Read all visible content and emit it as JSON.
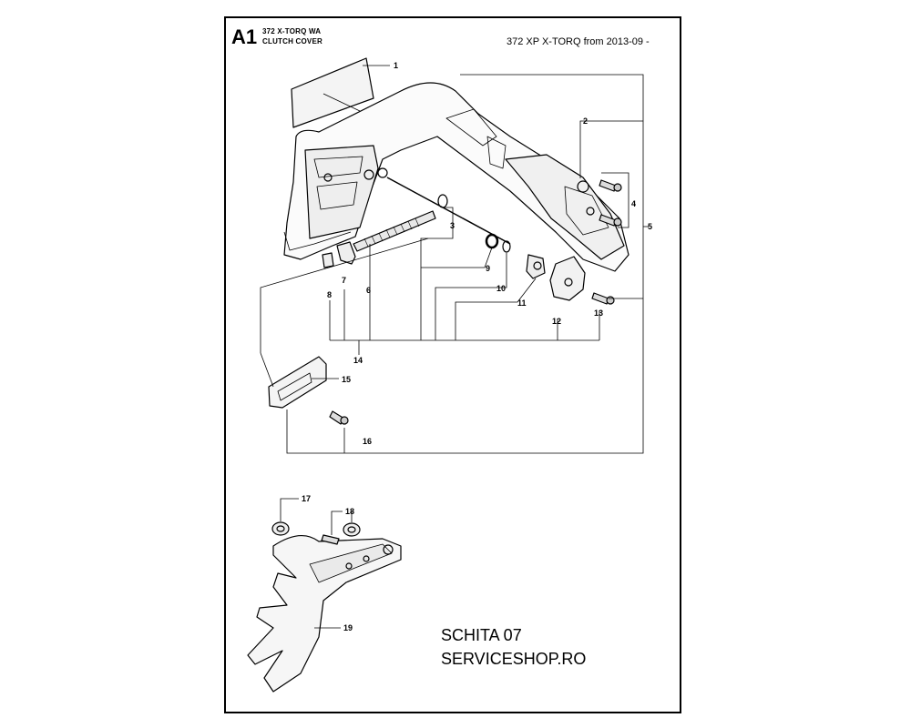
{
  "header": {
    "code": "A1",
    "title_line1": "372 X-TORQ WA",
    "title_line2": "CLUTCH COVER",
    "model": "372 XP X-TORQ from 2013-09 -"
  },
  "callouts": [
    "1",
    "2",
    "3",
    "4",
    "5",
    "6",
    "7",
    "8",
    "9",
    "10",
    "11",
    "12",
    "13",
    "14",
    "15",
    "16",
    "17",
    "18",
    "19"
  ],
  "notes": {
    "line1": "SCHITA 07",
    "line2": "SERVICESHOP.RO"
  }
}
